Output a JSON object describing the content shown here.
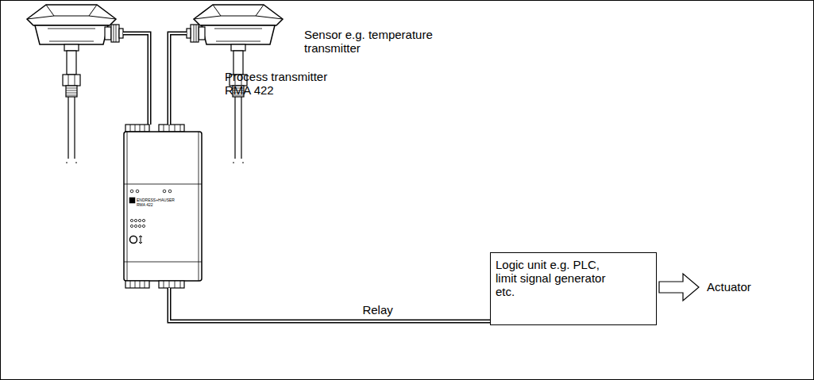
{
  "diagram": {
    "nodes": [
      {
        "text": [
          "Sensor e.g. temperature transmitter"
        ]
      },
      {
        "text": [
          "Process transmitter RMA 422"
        ]
      },
      {
        "text": [
          "Logic unit e.g. PLC, limit signal generator etc."
        ]
      }
    ],
    "edges": [
      {
        "from": 0,
        "to": 1,
        "arrow": "none"
      },
      {
        "from": 1,
        "to": 2,
        "label": "Relay",
        "arrow": "none"
      }
    ],
    "labels": [
      "Actuator",
      "ENDRESS+HAUSER",
      "RMA 422"
    ]
  }
}
